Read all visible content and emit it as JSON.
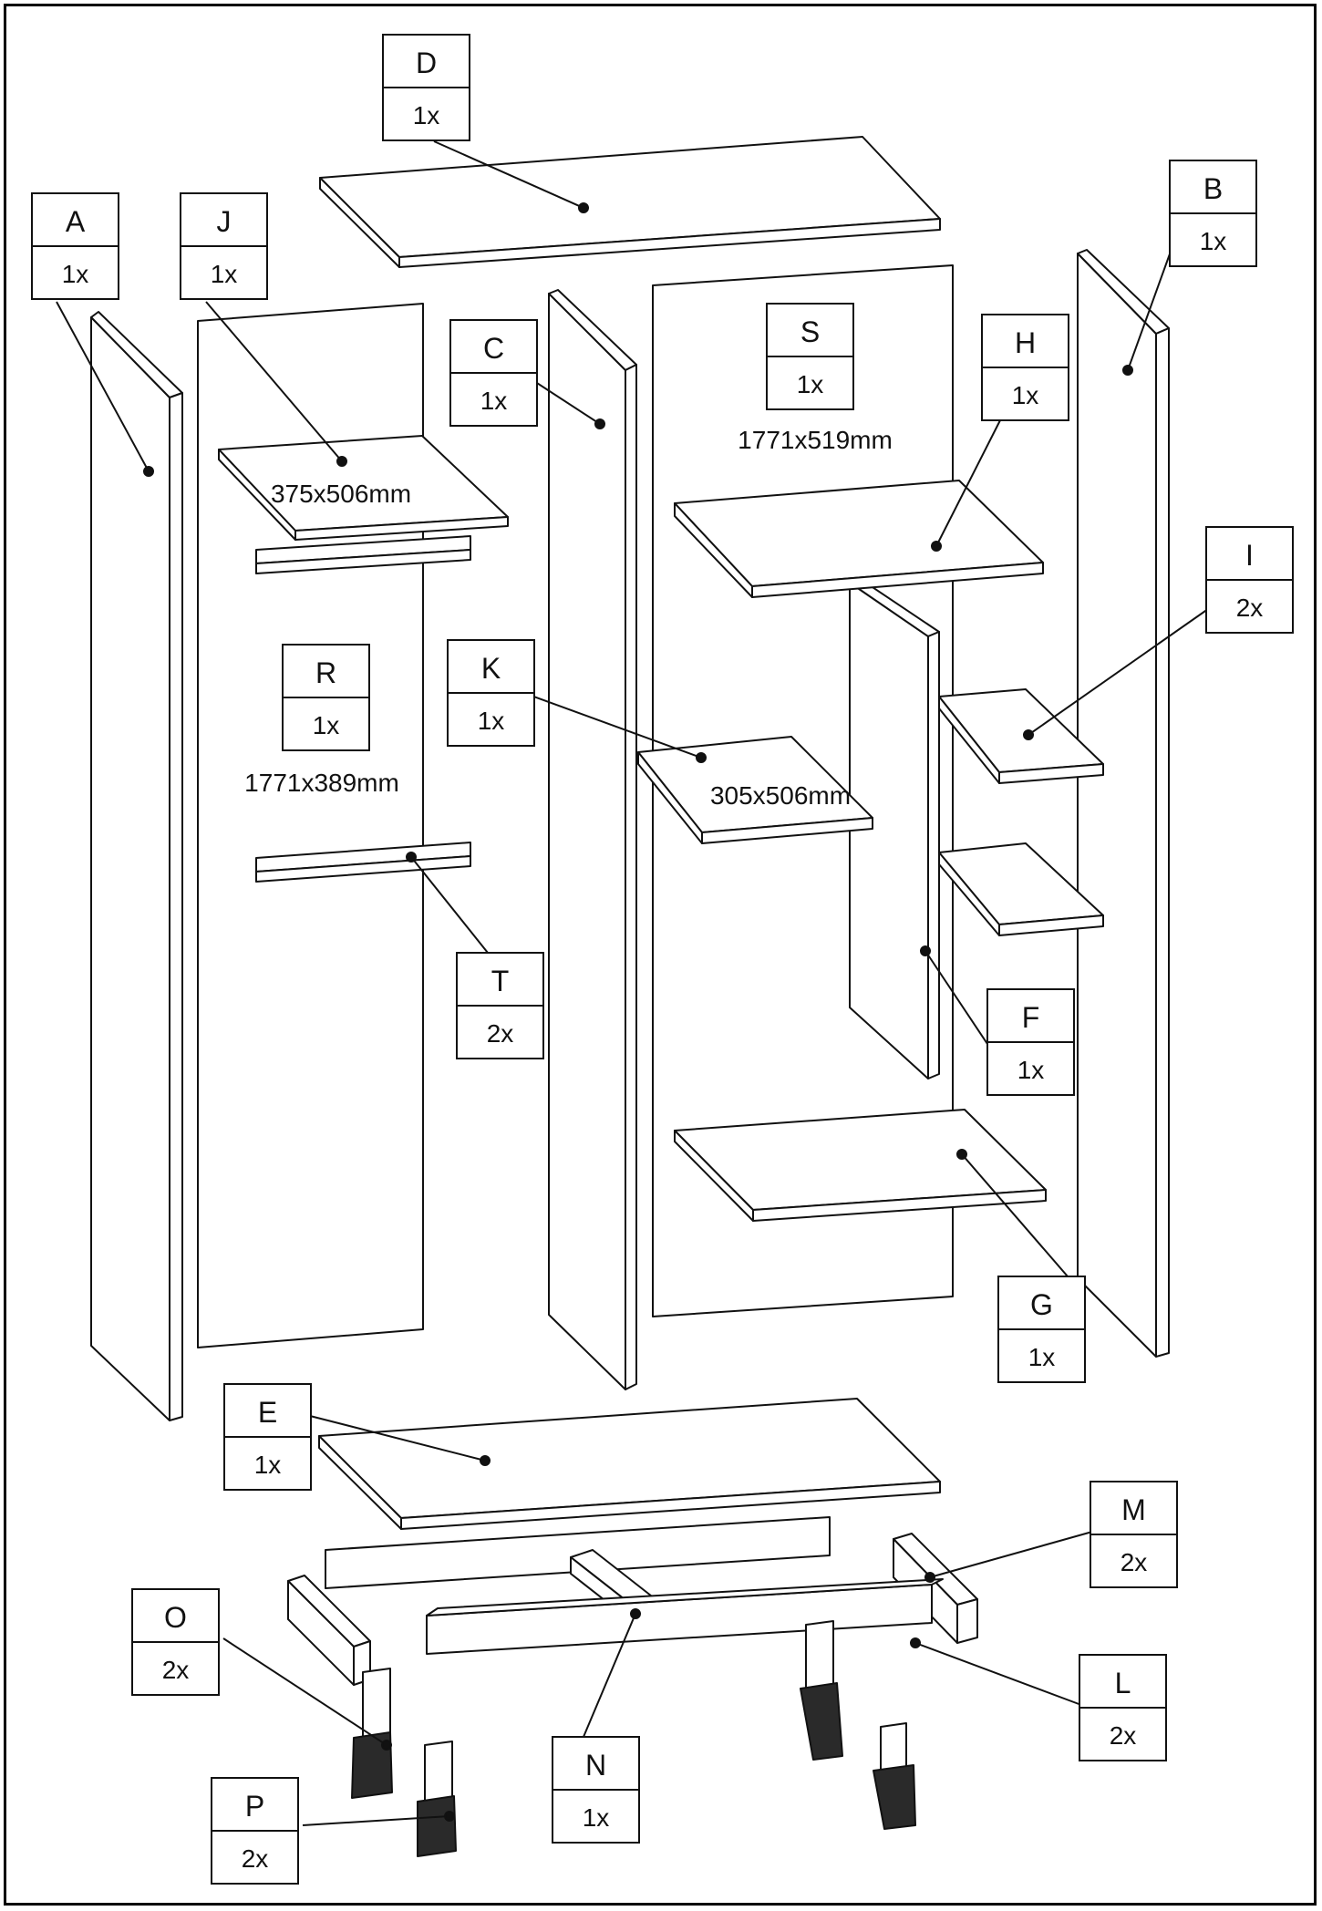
{
  "parts": [
    {
      "letter": "A",
      "qty": "1x"
    },
    {
      "letter": "B",
      "qty": "1x"
    },
    {
      "letter": "C",
      "qty": "1x"
    },
    {
      "letter": "D",
      "qty": "1x"
    },
    {
      "letter": "E",
      "qty": "1x"
    },
    {
      "letter": "F",
      "qty": "1x"
    },
    {
      "letter": "G",
      "qty": "1x"
    },
    {
      "letter": "H",
      "qty": "1x"
    },
    {
      "letter": "I",
      "qty": "2x"
    },
    {
      "letter": "J",
      "qty": "1x"
    },
    {
      "letter": "K",
      "qty": "1x"
    },
    {
      "letter": "L",
      "qty": "2x"
    },
    {
      "letter": "M",
      "qty": "2x"
    },
    {
      "letter": "N",
      "qty": "1x"
    },
    {
      "letter": "O",
      "qty": "2x"
    },
    {
      "letter": "P",
      "qty": "2x"
    },
    {
      "letter": "R",
      "qty": "1x"
    },
    {
      "letter": "S",
      "qty": "1x"
    },
    {
      "letter": "T",
      "qty": "2x"
    }
  ],
  "dimensions": {
    "J": "375x506mm",
    "R": "1771x389mm",
    "S": "1771x519mm",
    "K": "305x506mm"
  }
}
